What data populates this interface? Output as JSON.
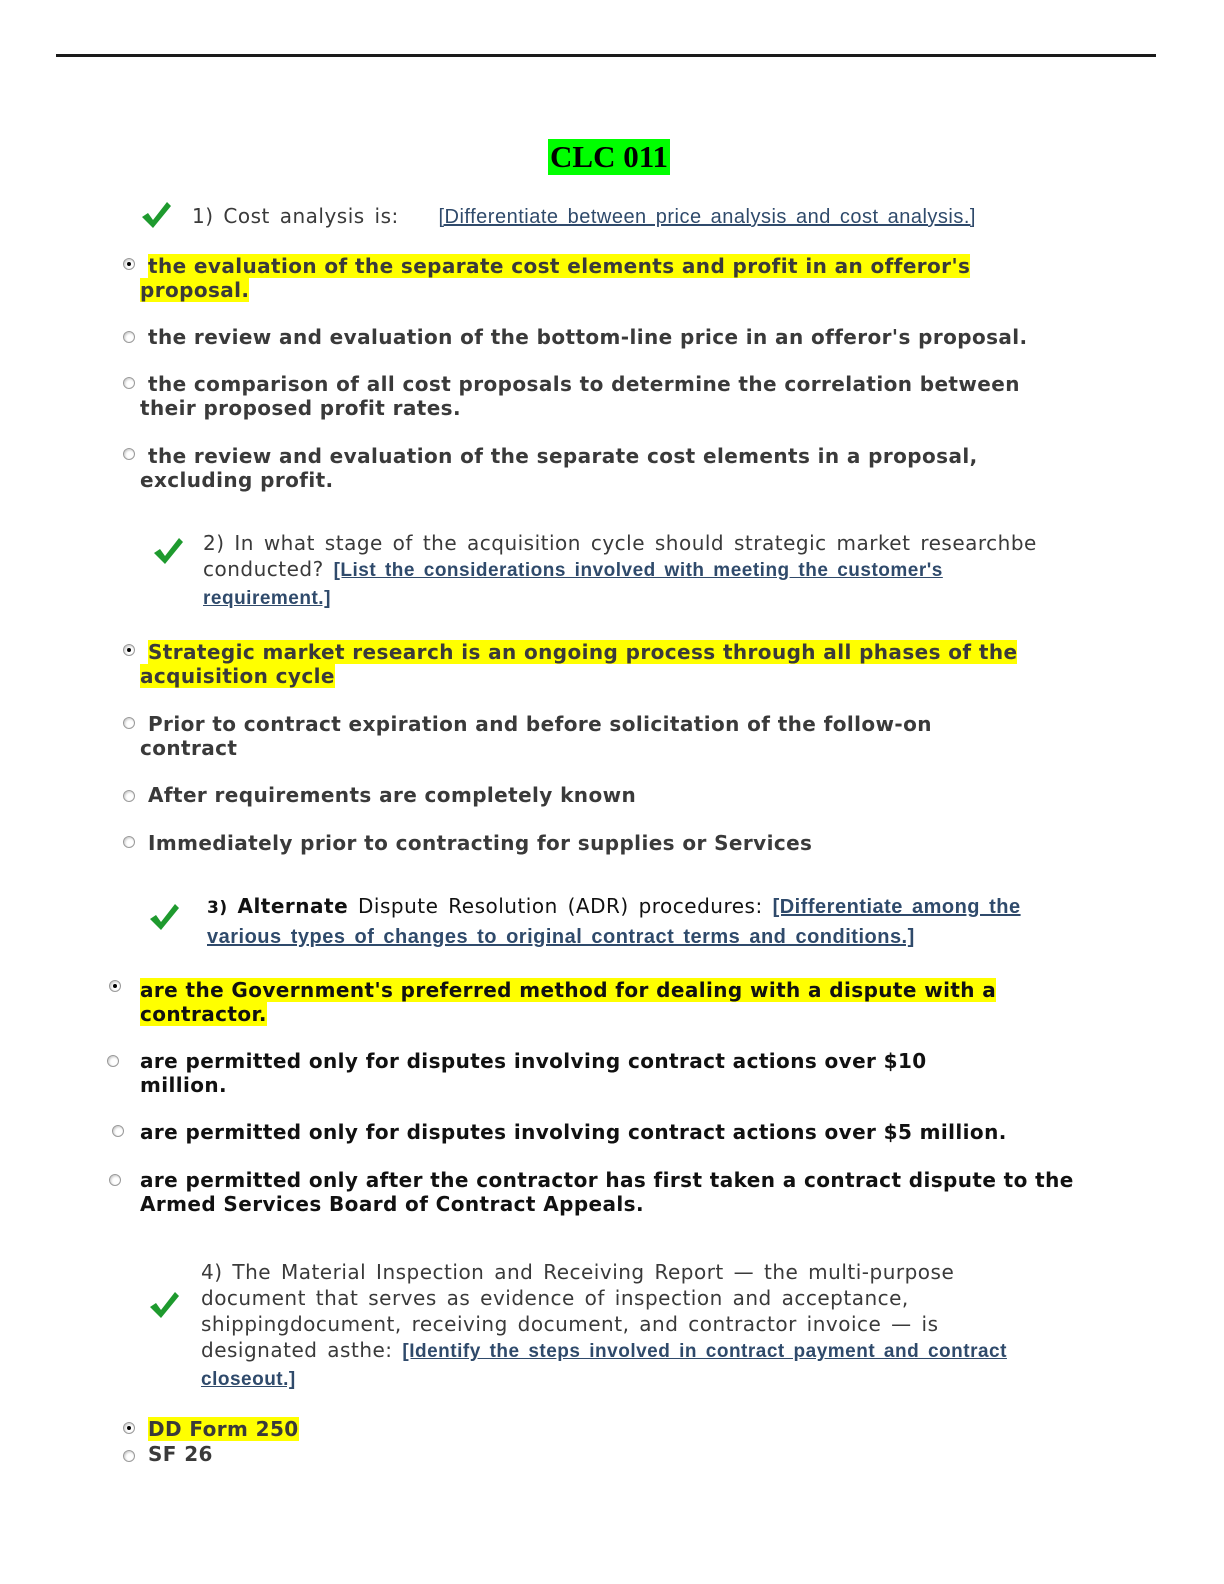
{
  "document": {
    "title": "CLC 011",
    "colors": {
      "title_bg": "#00ff00",
      "highlight": "#ffff00",
      "check": "#1e9a2e",
      "link": "#2f4a6b"
    }
  },
  "questions": [
    {
      "number": "1)",
      "text": "Cost analysis is:",
      "link": "[Differentiate between price analysis and cost analysis.]",
      "options": [
        {
          "text": "the evaluation of the separate cost elements and profit in an offeror's proposal.",
          "selected": true
        },
        {
          "text": "the review and evaluation of the bottom-line price in an offeror's proposal.",
          "selected": false
        },
        {
          "text": "the comparison of all cost proposals to determine the correlation between their proposed profit rates.",
          "selected": false
        },
        {
          "text": "the review and evaluation of the separate cost elements in a proposal, excluding profit.",
          "selected": false
        }
      ]
    },
    {
      "number": "2)",
      "text": "In what stage of the acquisition cycle should strategic market researchbe conducted?",
      "link": "[List the considerations involved with meeting the customer's requirement.]",
      "options": [
        {
          "text": "Strategic market research is an ongoing process through all phases of the acquisition cycle",
          "selected": true
        },
        {
          "text": "Prior to contract expiration and before solicitation of the follow-on contract",
          "selected": false
        },
        {
          "text": "After requirements are completely known",
          "selected": false
        },
        {
          "text": "Immediately prior to contracting for supplies or Services",
          "selected": false
        }
      ]
    },
    {
      "number": "3)",
      "text_bold": "Alternate",
      "text": "Dispute Resolution (ADR) procedures:",
      "link": "[Differentiate among the various types of changes to original contract terms and conditions.]",
      "options": [
        {
          "text": "are the Government's preferred method for dealing with a dispute with a contractor.",
          "selected": true
        },
        {
          "text": "are permitted only for disputes involving contract actions over $10 million.",
          "selected": false
        },
        {
          "text": "are permitted only for disputes involving contract actions over $5 million.",
          "selected": false
        },
        {
          "text": "are permitted only after the contractor has first taken a contract dispute to the Armed Services Board of Contract Appeals.",
          "selected": false
        }
      ]
    },
    {
      "number": "4)",
      "text": "The Material Inspection and Receiving Report — the multi-purpose document that serves as evidence of inspection and acceptance, shippingdocument, receiving document, and contractor invoice — is designated asthe:",
      "link": "[Identify the steps involved in contract payment and contract closeout.]",
      "options": [
        {
          "text": "DD Form 250",
          "selected": true
        },
        {
          "text": "SF 26",
          "selected": false
        }
      ]
    }
  ]
}
